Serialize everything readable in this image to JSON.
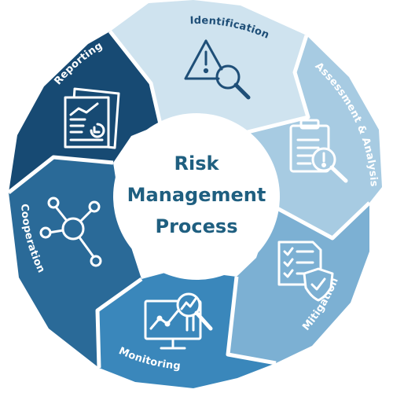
{
  "title": {
    "line1": "Risk",
    "line2": "Management",
    "line3": "Process"
  },
  "segments": [
    {
      "label": "Identification",
      "color": "#cfe3ef",
      "text_color": "#1f4f78",
      "icon": "warning-magnifier-icon"
    },
    {
      "label": "Assessment & Analysis",
      "color": "#a7cbe2",
      "text_color": "#ffffff",
      "icon": "clipboard-alert-icon"
    },
    {
      "label": "Mitigation",
      "color": "#7cb0d3",
      "text_color": "#ffffff",
      "icon": "checklist-shield-icon"
    },
    {
      "label": "Monitoring",
      "color": "#3a87bb",
      "text_color": "#ffffff",
      "icon": "monitor-chart-icon"
    },
    {
      "label": "Cooperation",
      "color": "#2a6a98",
      "text_color": "#ffffff",
      "icon": "network-hub-icon"
    },
    {
      "label": "Reporting",
      "color": "#174a73",
      "text_color": "#ffffff",
      "icon": "report-document-icon"
    }
  ]
}
